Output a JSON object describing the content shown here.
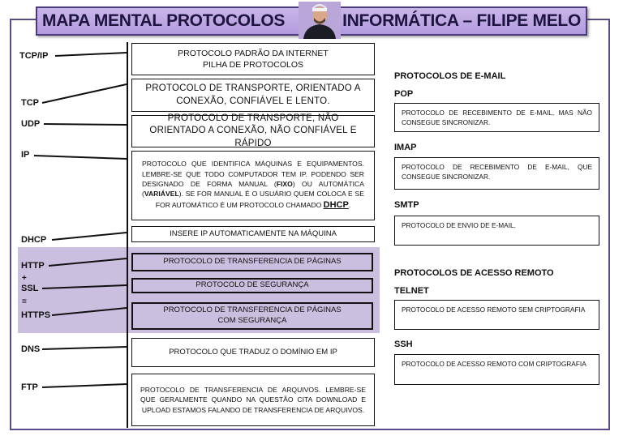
{
  "header": {
    "left_title": "MAPA MENTAL PROTOCOLOS",
    "right_title": "INFORMÁTICA – FILIPE MELO",
    "avatar_icon": "person-photo-icon"
  },
  "protocols": {
    "tcpip": {
      "label": "TCP/IP",
      "line1": "PROTOCOLO PADRÃO DA INTERNET",
      "line2": "PILHA DE PROTOCOLOS"
    },
    "tcp": {
      "label": "TCP",
      "desc": "PROTOCOLO DE TRANSPORTE, ORIENTADO A CONEXÃO, CONFIÁVEL E LENTO."
    },
    "udp": {
      "label": "UDP",
      "desc": "PROTOCOLO DE TRANSPORTE, NÃO ORIENTADO A CONEXÃO, NÃO CONFIÁVEL E RÁPIDO"
    },
    "ip": {
      "label": "IP",
      "part1": "PROTOCOLO QUE IDENTIFICA MÁQUINAS E EQUIPAMENTOS. LEMBRE-SE QUE TODO COMPUTADOR TEM IP. PODENDO SER DESIGNADO DE FORMA MANUAL (",
      "kw1": "FIXO",
      "part2": ") OU AUTOMÁTICA (",
      "kw2": "VARIÁVEL",
      "part3": "). SE FOR MANUAL É O USUÁRIO QUEM COLOCA E SE FOR AUTOMÁTICO É UM PROTOCOLO CHAMADO ",
      "kw3": "DHCP",
      "part4": "."
    },
    "dhcp": {
      "label": "DHCP",
      "desc": "INSERE IP AUTOMATICAMENTE NA MÁQUINA"
    },
    "http": {
      "label": "HTTP",
      "desc": "PROTOCOLO DE TRANSFERENCIA DE PÁGINAS"
    },
    "plus": "+",
    "ssl": {
      "label": "SSL",
      "desc": "PROTOCOLO DE SEGURANÇA"
    },
    "equals": "=",
    "https": {
      "label": "HTTPS",
      "desc": "PROTOCOLO DE TRANSFERENCIA DE PÁGINAS COM SEGURANÇA"
    },
    "dns": {
      "label": "DNS",
      "desc": "PROTOCOLO QUE TRADUZ O DOMÍNIO EM IP"
    },
    "ftp": {
      "label": "FTP",
      "desc": "PROTOCOLO DE TRANSFERENCIA DE ARQUIVOS. LEMBRE-SE QUE GERALMENTE QUANDO NA QUESTÃO CITA DOWNLOAD E UPLOAD ESTAMOS FALANDO DE TRANSFERENCIA DE ARQUIVOS."
    }
  },
  "email": {
    "heading": "PROTOCOLOS DE E-MAIL",
    "pop": {
      "label": "POP",
      "desc": "PROTOCOLO DE RECEBIMENTO DE E-MAIL, MAS NÃO CONSEGUE SINCRONIZAR."
    },
    "imap": {
      "label": "IMAP",
      "desc": "PROTOCOLO DE RECEBIMENTO DE E-MAIL, QUE CONSEGUE SINCRONIZAR."
    },
    "smtp": {
      "label": "SMTP",
      "desc": "PROTOCOLO DE ENVIO DE E-MAIL."
    }
  },
  "remote": {
    "heading": "PROTOCOLOS DE ACESSO REMOTO",
    "telnet": {
      "label": "TELNET",
      "desc": "PROTOCOLO DE ACESSO REMOTO SEM CRIPTOGRAFIA"
    },
    "ssh": {
      "label": "SSH",
      "desc": "PROTOCOLO DE ACESSO REMOTO COM CRIPTOGRAFIA"
    }
  }
}
